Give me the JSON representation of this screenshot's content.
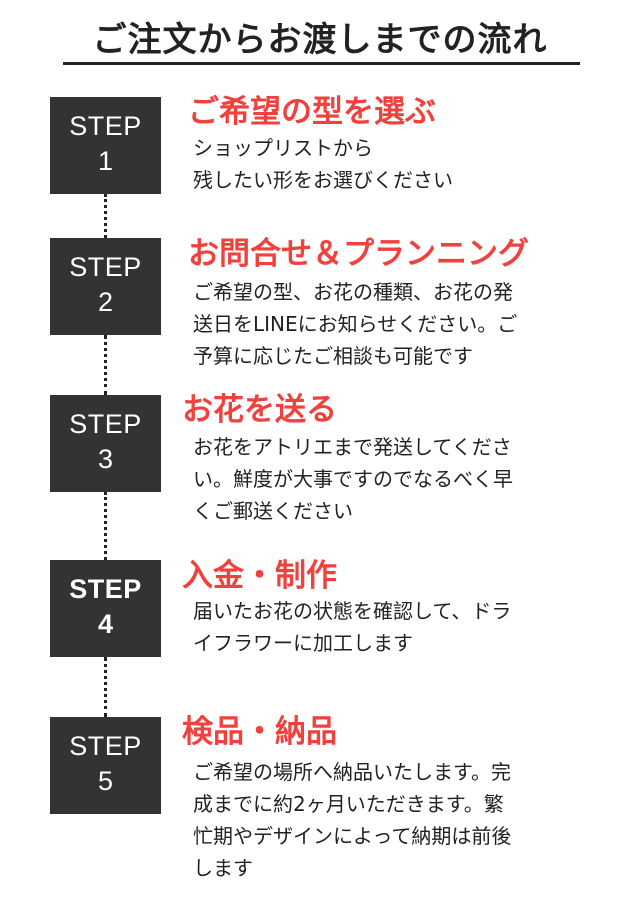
{
  "title": "ご注文からお渡しまでの流れ",
  "step_label": "STEP",
  "colors": {
    "accent": "#f0413d",
    "box": "#333333",
    "text": "#222222"
  },
  "steps": [
    {
      "number": "1",
      "heading": "ご希望の型を選ぶ",
      "lines": [
        "ショップリストから",
        "残したい形をお選びください"
      ]
    },
    {
      "number": "2",
      "heading": "お問合せ＆プランニング",
      "lines": [
        "ご希望の型、お花の種類、お花の発",
        "送日をLINEにお知らせください。ご",
        "予算に応じたご相談も可能です"
      ]
    },
    {
      "number": "3",
      "heading": "お花を送る",
      "lines": [
        "お花をアトリエまで発送してくださ",
        "い。鮮度が大事ですのでなるべく早",
        "くご郵送ください"
      ]
    },
    {
      "number": "4",
      "heading": "入金・制作",
      "lines": [
        "届いたお花の状態を確認して、ドラ",
        "イフラワーに加工します"
      ]
    },
    {
      "number": "5",
      "heading": "検品・納品",
      "lines": [
        "ご希望の場所へ納品いたします。完",
        "成までに約2ヶ月いただきます。繁",
        "忙期やデザインによって納期は前後",
        "します"
      ]
    }
  ]
}
